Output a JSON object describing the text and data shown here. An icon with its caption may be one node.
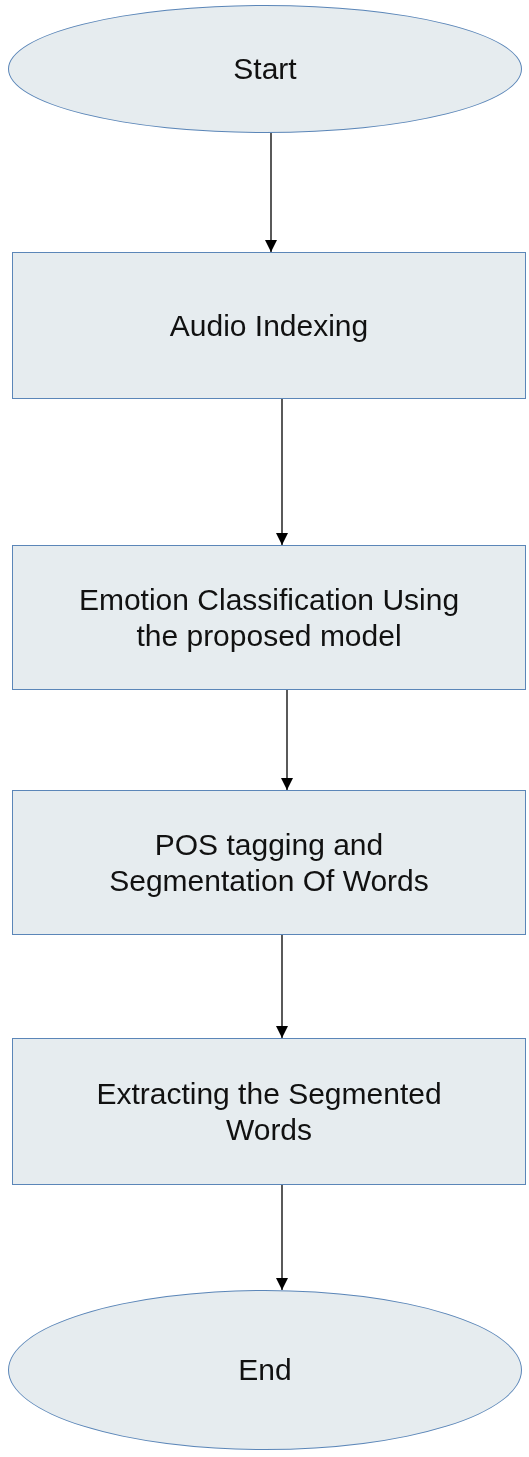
{
  "diagram": {
    "nodes": [
      {
        "text": [
          "Start"
        ]
      },
      {
        "text": [
          "Audio Indexing"
        ]
      },
      {
        "text": [
          "Emotion Classification Using the proposed model"
        ]
      },
      {
        "text": [
          "POS tagging and Segmentation Of Words"
        ]
      },
      {
        "text": [
          "Extracting the Segmented Words"
        ]
      },
      {
        "text": [
          "End"
        ]
      }
    ],
    "edges": [
      {
        "from": 0,
        "to": 1,
        "arrow": "to"
      },
      {
        "from": 1,
        "to": 2,
        "arrow": "to"
      },
      {
        "from": 2,
        "to": 3,
        "arrow": "to"
      },
      {
        "from": 3,
        "to": 4,
        "arrow": "to"
      },
      {
        "from": 4,
        "to": 5,
        "arrow": "to"
      }
    ]
  }
}
